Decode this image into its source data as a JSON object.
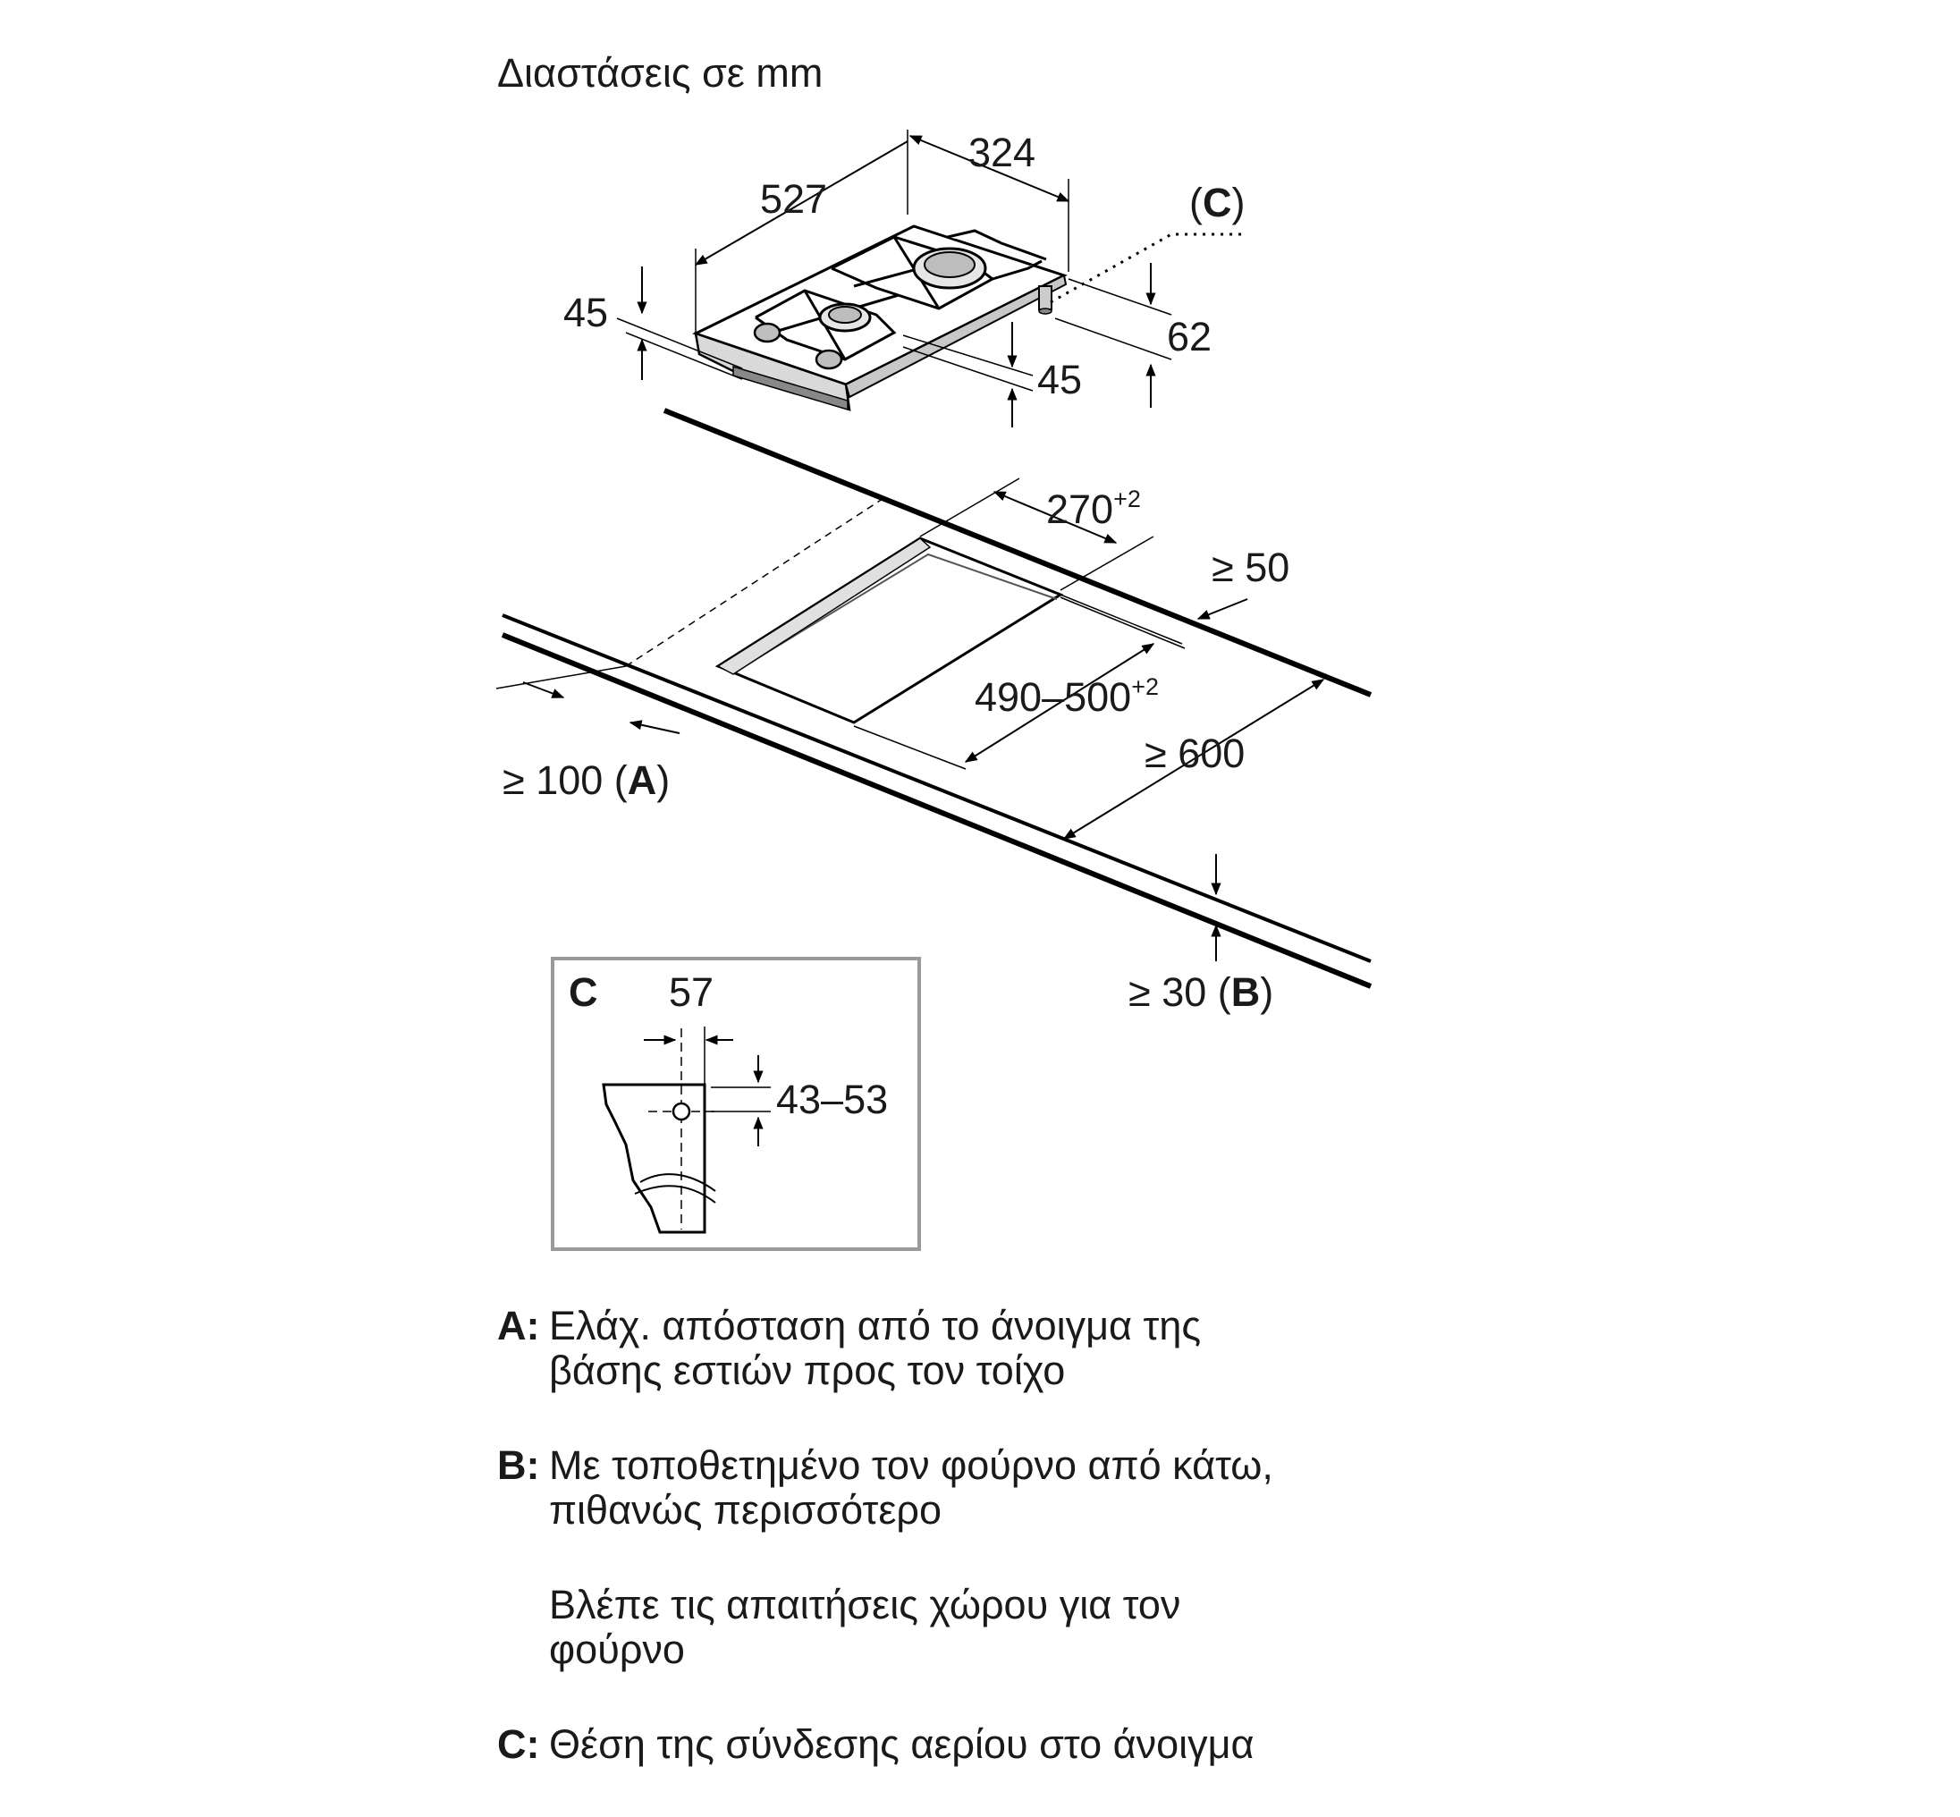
{
  "title": "Διαστάσεις σε mm",
  "dimensions": {
    "hob_depth": "527",
    "hob_width": "324",
    "connection_ref": "(C)",
    "height_left": "45",
    "height_mid": "45",
    "height_right": "62",
    "cutout_width": "270",
    "cutout_width_tol": "+2",
    "wall_distance_right": "≥ 50",
    "cutout_depth": "490–500",
    "cutout_depth_tol": "+2",
    "counter_depth": "≥ 600",
    "distance_a": "≥ 100 (A)",
    "distance_b": "≥ 30 (B)"
  },
  "detail_c": {
    "label": "C",
    "offset": "57",
    "height_range": "43–53"
  },
  "legend": [
    {
      "key": "A:",
      "lines": [
        "Ελάχ. απόσταση από το άνοιγμα της βάσης εστιών προς τον τοίχο"
      ]
    },
    {
      "key": "B:",
      "lines": [
        "Με τοποθετημένο τον φούρνο από κάτω, πιθανώς περισσότερο",
        "Βλέπε τις απαιτήσεις χώρου για τον φούρνο"
      ]
    },
    {
      "key": "C:",
      "lines": [
        "Θέση της σύνδεσης αερίου στο άνοιγμα"
      ]
    }
  ]
}
